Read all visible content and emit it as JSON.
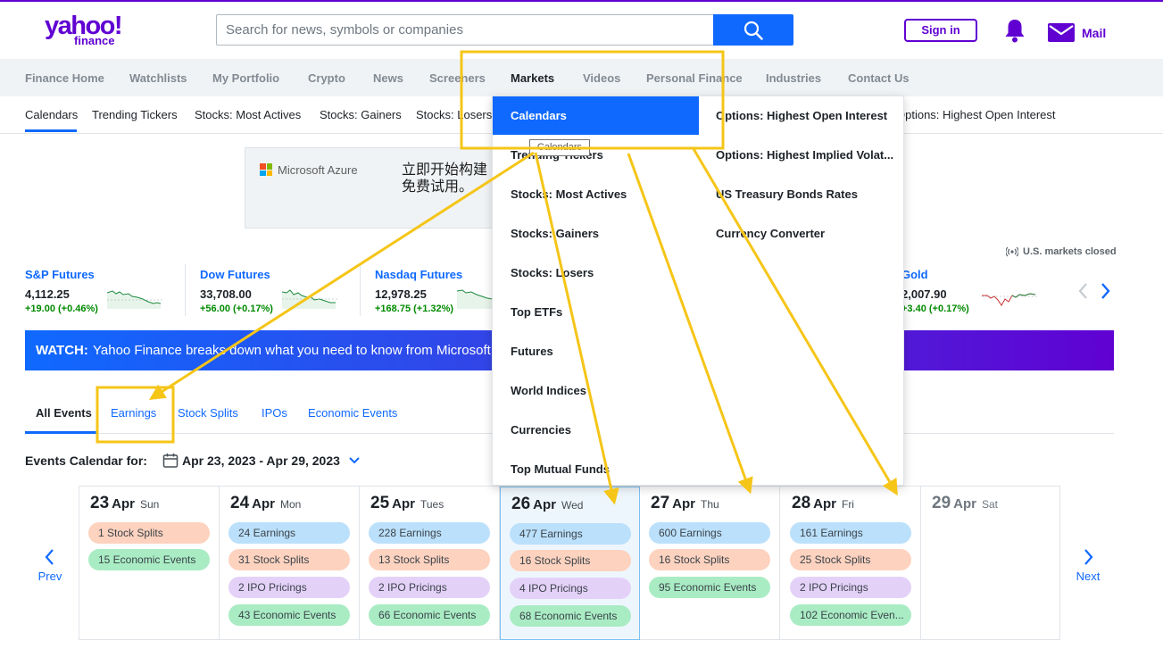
{
  "header": {
    "logo_line1": "yahoo!",
    "logo_line2": "finance",
    "search_placeholder": "Search for news, symbols or companies",
    "signin_label": "Sign in",
    "mail_label": "Mail"
  },
  "main_nav": [
    "Finance Home",
    "Watchlists",
    "My Portfolio",
    "Crypto",
    "News",
    "Screeners",
    "Markets",
    "Videos",
    "Personal Finance",
    "Industries",
    "Contact Us"
  ],
  "sub_nav": [
    "Calendars",
    "Trending Tickers",
    "Stocks: Most Actives",
    "Stocks: Gainers",
    "Stocks: Losers",
    "Options: Highest Open Interest"
  ],
  "ad": {
    "brand": "Microsoft Azure",
    "cta": "立即开始构建免费试用。"
  },
  "market_status": "U.S. markets closed",
  "tickers": [
    {
      "name": "S&P Futures",
      "price": "4,112.25",
      "change": "+19.00 (+0.46%)"
    },
    {
      "name": "Dow Futures",
      "price": "33,708.00",
      "change": "+56.00 (+0.17%)"
    },
    {
      "name": "Nasdaq Futures",
      "price": "12,978.25",
      "change": "+168.75 (+1.32%)"
    },
    {
      "name": "Gold",
      "price": "2,007.90",
      "change": "+3.40 (+0.17%)"
    }
  ],
  "watch_banner": {
    "label": "WATCH:",
    "text": "Yahoo Finance breaks down what you need to know from Microsoft"
  },
  "event_tabs": [
    "All Events",
    "Earnings",
    "Stock Splits",
    "IPOs",
    "Economic Events"
  ],
  "calendar": {
    "label": "Events Calendar for:",
    "range": "Apr 23, 2023 - Apr 29, 2023",
    "prev_label": "Prev",
    "next_label": "Next",
    "days": [
      {
        "num": "23",
        "mon": "Apr",
        "dow": "Sun",
        "events": [
          [
            "split",
            "1 Stock Splits"
          ],
          [
            "econ",
            "15 Economic Events"
          ]
        ]
      },
      {
        "num": "24",
        "mon": "Apr",
        "dow": "Mon",
        "events": [
          [
            "earn",
            "24 Earnings"
          ],
          [
            "split",
            "31 Stock Splits"
          ],
          [
            "ipo",
            "2 IPO Pricings"
          ],
          [
            "econ",
            "43 Economic Events"
          ]
        ]
      },
      {
        "num": "25",
        "mon": "Apr",
        "dow": "Tues",
        "events": [
          [
            "earn",
            "228 Earnings"
          ],
          [
            "split",
            "13 Stock Splits"
          ],
          [
            "ipo",
            "2 IPO Pricings"
          ],
          [
            "econ",
            "66 Economic Events"
          ]
        ]
      },
      {
        "num": "26",
        "mon": "Apr",
        "dow": "Wed",
        "events": [
          [
            "earn",
            "477 Earnings"
          ],
          [
            "split",
            "16 Stock Splits"
          ],
          [
            "ipo",
            "4 IPO Pricings"
          ],
          [
            "econ",
            "68 Economic Events"
          ]
        ]
      },
      {
        "num": "27",
        "mon": "Apr",
        "dow": "Thu",
        "events": [
          [
            "earn",
            "600 Earnings"
          ],
          [
            "split",
            "16 Stock Splits"
          ],
          [
            "econ",
            "95 Economic Events"
          ]
        ]
      },
      {
        "num": "28",
        "mon": "Apr",
        "dow": "Fri",
        "events": [
          [
            "earn",
            "161 Earnings"
          ],
          [
            "split",
            "25 Stock Splits"
          ],
          [
            "ipo",
            "2 IPO Pricings"
          ],
          [
            "econ",
            "102 Economic Even..."
          ]
        ]
      },
      {
        "num": "29",
        "mon": "Apr",
        "dow": "Sat",
        "events": []
      }
    ]
  },
  "markets_dropdown": {
    "left": [
      "Calendars",
      "Trending Tickers",
      "Stocks: Most Actives",
      "Stocks: Gainers",
      "Stocks: Losers",
      "Top ETFs",
      "Futures",
      "World Indices",
      "Currencies",
      "Top Mutual Funds"
    ],
    "right": [
      "Options: Highest Open Interest",
      "Options: Highest Implied Volat...",
      "US Treasury Bonds Rates",
      "Currency Converter"
    ],
    "tooltip": "Calendars"
  },
  "colors": {
    "brand_purple": "#6001d2",
    "link_blue": "#0f69ff",
    "gain_green": "#008a00",
    "annotation_yellow": "#f5c518"
  }
}
